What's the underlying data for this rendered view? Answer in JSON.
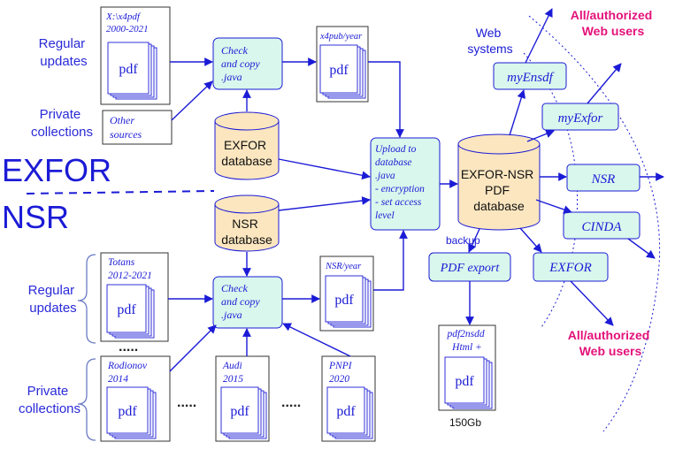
{
  "labels": {
    "regular_updates_top": [
      "Regular",
      "updates"
    ],
    "private_collections_top": [
      "Private",
      "collections"
    ],
    "regular_updates_bottom": [
      "Regular",
      "updates"
    ],
    "private_collections_bottom": [
      "Private",
      "collections"
    ],
    "exfor_big": "EXFOR",
    "nsr_big": "NSR",
    "web_systems": [
      "Web",
      "systems"
    ],
    "all_users_top": [
      "All/authorized",
      "Web users"
    ],
    "all_users_bottom": [
      "All/authorized",
      "Web users"
    ],
    "backup": "backup",
    "size_150gb": "150Gb",
    "dots": "....."
  },
  "sources": {
    "x4pdf": [
      "X:\\x4pdf",
      "2000-2021"
    ],
    "other_sources": [
      "Other",
      "sources"
    ],
    "totans": [
      "Totans",
      "2012-2021"
    ],
    "rodionov": [
      "Rodionov",
      "2014"
    ],
    "audi": [
      "Audi",
      "2015"
    ],
    "pnpi": [
      "PNPI",
      "2020"
    ],
    "x4pub": "x4pub/year",
    "nsr_year": "NSR/year",
    "pdf2nsdd": [
      "pdf2nsdd",
      "Html +"
    ]
  },
  "doc_label": "pdf",
  "processes": {
    "check_copy_top": [
      "Check",
      "and copy",
      ".java"
    ],
    "check_copy_bottom": [
      "Check",
      "and copy",
      ".java"
    ],
    "upload": [
      "Upload to",
      "database",
      ".java",
      "- encryption",
      "- set access",
      "  level"
    ],
    "pdf_export": "PDF export"
  },
  "databases": {
    "exfor_db": [
      "EXFOR",
      "database"
    ],
    "nsr_db": [
      "NSR",
      "database"
    ],
    "main_db": [
      "EXFOR-NSR",
      "PDF",
      "database"
    ]
  },
  "systems": {
    "myensdf": "myEnsdf",
    "myexfor": "myExfor",
    "nsr": "NSR",
    "cinda": "CINDA",
    "exfor": "EXFOR"
  },
  "colors": {
    "flow_blue": "#1b1bd6",
    "label_blue": "#2a2ad8",
    "magenta": "#e3127a",
    "process_fill": "#d9f7ec",
    "database_fill": "#fbe6bf",
    "line_dark": "#333333"
  }
}
